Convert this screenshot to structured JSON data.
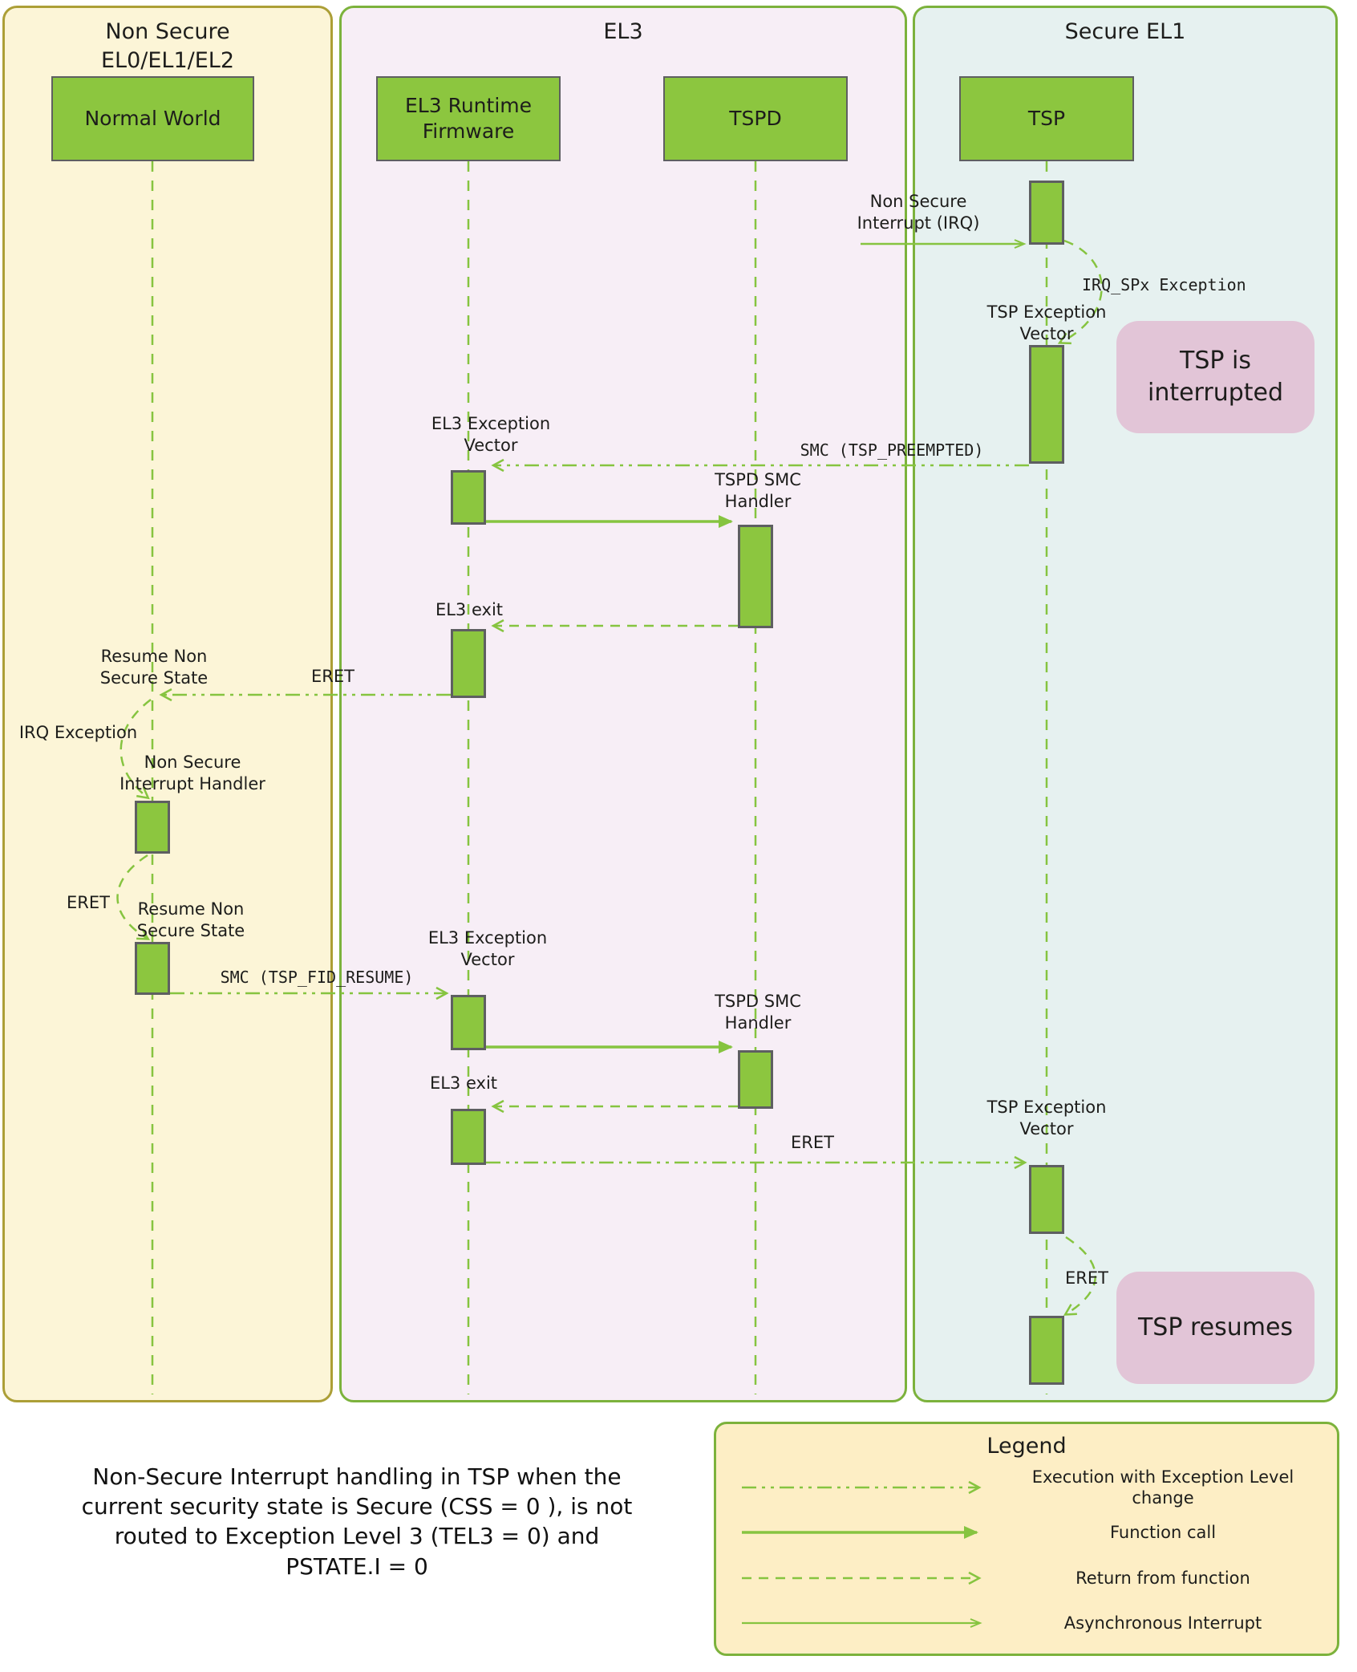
{
  "lanes": [
    {
      "title": "Non Secure\nEL0/EL1/EL2"
    },
    {
      "title": "EL3"
    },
    {
      "title": "Secure EL1"
    }
  ],
  "participants": [
    {
      "label": "Normal World"
    },
    {
      "label": "EL3 Runtime\nFirmware"
    },
    {
      "label": "TSPD"
    },
    {
      "label": "TSP"
    }
  ],
  "messages": {
    "non_secure_interrupt": "Non Secure\nInterrupt (IRQ)",
    "irq_spx_exception": "IRQ_SPx Exception",
    "tsp_exception_vector_1": "TSP Exception\nVector",
    "smc_tsp_preempted": "SMC (TSP_PREEMPTED)",
    "el3_exception_vector_1": "EL3 Exception\nVector",
    "tspd_smc_handler_1": "TSPD SMC\nHandler",
    "el3_exit_1": "EL3 exit",
    "eret_1": "ERET",
    "resume_non_secure_1": "Resume Non\nSecure State",
    "irq_exception": "IRQ Exception",
    "non_secure_interrupt_handler": "Non Secure\nInterrupt Handler",
    "eret_2": "ERET",
    "resume_non_secure_2": "Resume Non\nSecure State",
    "smc_tsp_fid_resume": "SMC (TSP_FID_RESUME)",
    "el3_exception_vector_2": "EL3 Exception\nVector",
    "tspd_smc_handler_2": "TSPD SMC\nHandler",
    "el3_exit_2": "EL3 exit",
    "eret_3": "ERET",
    "tsp_exception_vector_2": "TSP Exception\nVector",
    "eret_4": "ERET"
  },
  "annotations": {
    "tsp_interrupted": "TSP is\ninterrupted",
    "tsp_resumes": "TSP resumes"
  },
  "caption": "Non-Secure Interrupt handling in TSP when the\ncurrent security state is Secure (CSS = 0 ), is not\nrouted to Exception Level 3 (TEL3 = 0) and\nPSTATE.I = 0",
  "legend": {
    "title": "Legend",
    "items": [
      {
        "label": "Execution with Exception Level\nchange"
      },
      {
        "label": "Function call"
      },
      {
        "label": "Return from function"
      },
      {
        "label": "Asynchronous Interrupt"
      }
    ]
  },
  "colors": {
    "green": "#8cc63f",
    "arrow_green": "#86c440",
    "lane_non_secure_bg": "#fcf5d7",
    "lane_non_secure_border": "#ac9f37",
    "lane_el3_bg": "#f7eef6",
    "lane_secure_el1_bg": "#e6f1f0",
    "lane_green_border": "#7cb23c",
    "annotation_pink": "#e2c5d7",
    "legend_bg": "#fdeec5",
    "box_border_gray": "#5e5f61"
  }
}
